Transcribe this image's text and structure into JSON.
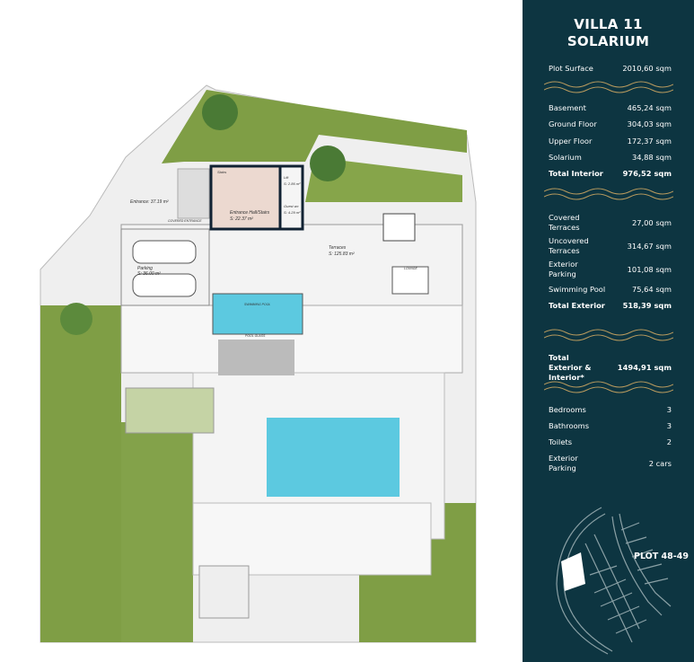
{
  "title": {
    "line1": "VILLA 11",
    "line2": "SOLARIUM"
  },
  "plot_surface": {
    "label": "Plot Surface",
    "value": "2010,60 sqm"
  },
  "interior": [
    {
      "label": "Basement",
      "value": "465,24 sqm"
    },
    {
      "label": "Ground Floor",
      "value": "304,03 sqm"
    },
    {
      "label": "Upper Floor",
      "value": "172,37 sqm"
    },
    {
      "label": "Solarium",
      "value": "34,88 sqm"
    }
  ],
  "total_interior": {
    "label": "Total Interior",
    "value": "976,52 sqm"
  },
  "exterior": [
    {
      "label": "Covered Terraces",
      "value": "27,00 sqm"
    },
    {
      "label": "Uncovered Terraces",
      "value": "314,67 sqm"
    },
    {
      "label": "Exterior Parking",
      "value": "101,08 sqm"
    },
    {
      "label": "Swimming Pool",
      "value": "75,64 sqm"
    }
  ],
  "total_exterior": {
    "label": "Total Exterior",
    "value": "518,39 sqm"
  },
  "total_all": {
    "label": "Total Exterior & Interior*",
    "value": "1494,91 sqm"
  },
  "features": [
    {
      "label": "Bedrooms",
      "value": "3"
    },
    {
      "label": "Bathrooms",
      "value": "3"
    },
    {
      "label": "Toilets",
      "value": "2"
    },
    {
      "label": "Exterior Parking",
      "value": "2 cars"
    }
  ],
  "plot_label": "PLOT 48-49",
  "plan_labels": {
    "entrance": "Entrance: 37.19 m²",
    "covered_entrance": "COVERED ENTRANCE",
    "stairs": "Stairs",
    "hall": "Entrance Hall/Stairs",
    "hall_area": "S: 22.37 m²",
    "lift": "Lift",
    "lift_area": "S: 2.86 m²",
    "guest_wc": "Guest wc",
    "guest_wc_area": "S: 4.29 m²",
    "terraces": "Terraces",
    "terraces_area": "S: 125.83 m²",
    "parking": "Parking",
    "parking_area": "S: 36.00 m²",
    "swimming_pool": "SWIMMING POOL",
    "pool_glass": "POOL GLASS",
    "lounge": "LOUNGE"
  },
  "colors": {
    "sidebar": "#0d3541",
    "wave": "#b89a5e",
    "lawn": "#7f9e45",
    "pool": "#5cc9e0"
  }
}
